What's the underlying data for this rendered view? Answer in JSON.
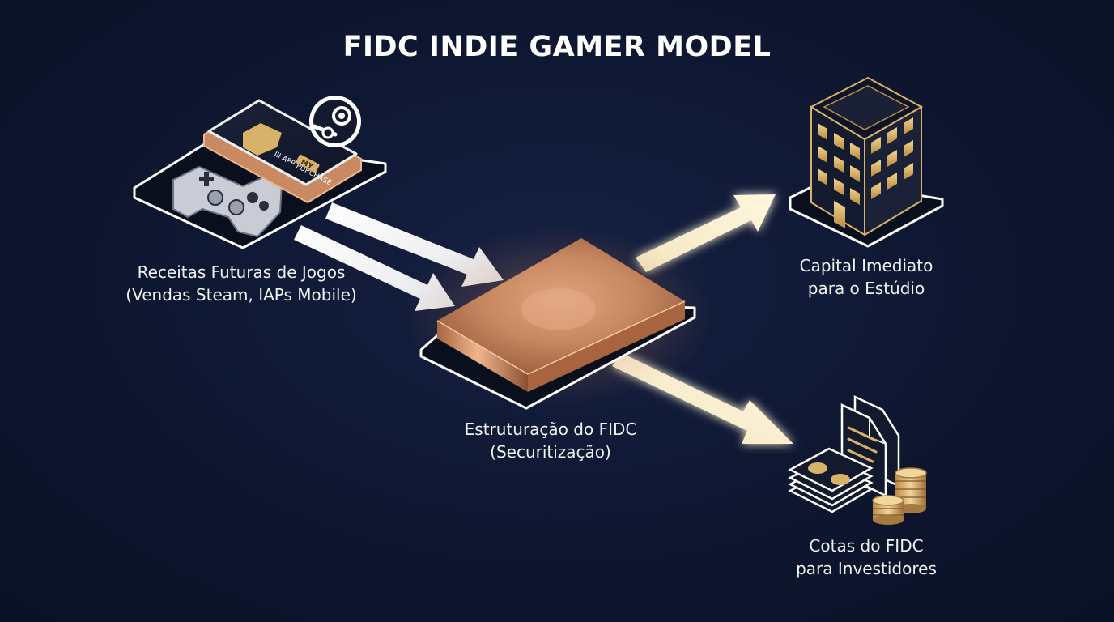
{
  "title": "FIDC INDIE GAMER MODEL",
  "nodes": {
    "revenues": {
      "line1": "Receitas Futuras de Jogos",
      "line2": "(Vendas Steam, IAPs Mobile)",
      "phone_screen_text": "III APP PURCHASE",
      "phone_button_text": "MY",
      "icons": [
        "game-controller-icon",
        "smartphone-icon",
        "steam-icon"
      ]
    },
    "fidc": {
      "line1": "Estruturação do FIDC",
      "line2": "(Securitização)",
      "icons": [
        "copper-slab-icon"
      ]
    },
    "capital": {
      "line1": "Capital Imediato",
      "line2": "para o Estúdio",
      "icons": [
        "office-building-icon"
      ]
    },
    "quotas": {
      "line1": "Cotas do FIDC",
      "line2": "para Investidores",
      "icons": [
        "banknotes-icon",
        "documents-icon",
        "coin-stack-icon"
      ]
    }
  },
  "colors": {
    "background": "#0e1630",
    "text": "#ffffff",
    "copper": "#c98a63",
    "gold": "#d9b26a",
    "glow": "#fff1c4"
  }
}
